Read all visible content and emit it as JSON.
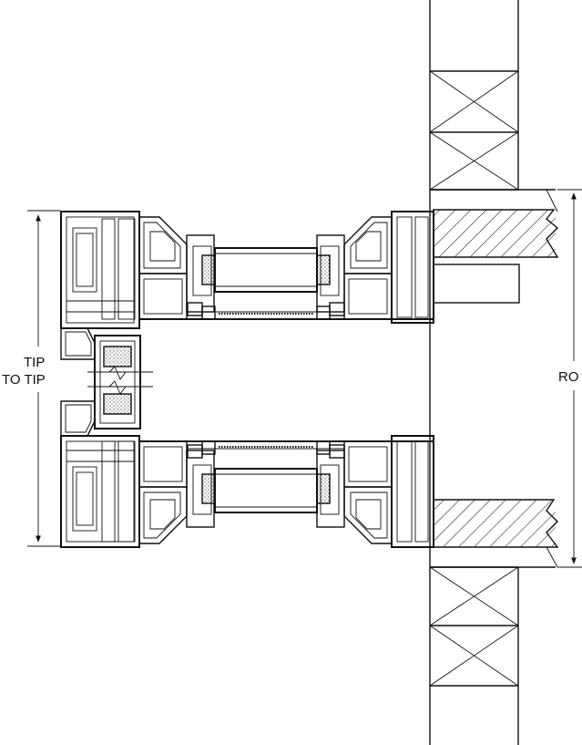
{
  "labels": {
    "tip_line1": "TIP",
    "tip_line2": "TO TIP",
    "ro": "RO"
  }
}
